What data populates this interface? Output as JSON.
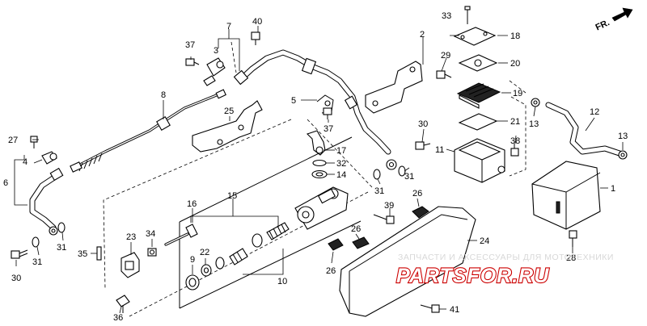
{
  "direction_label": "FR.",
  "callouts": [
    {
      "id": "c1",
      "label": "1"
    },
    {
      "id": "c2",
      "label": "2"
    },
    {
      "id": "c3",
      "label": "3"
    },
    {
      "id": "c4",
      "label": "4"
    },
    {
      "id": "c5",
      "label": "5"
    },
    {
      "id": "c6",
      "label": "6"
    },
    {
      "id": "c7",
      "label": "7"
    },
    {
      "id": "c8",
      "label": "8"
    },
    {
      "id": "c9",
      "label": "9"
    },
    {
      "id": "c10",
      "label": "10"
    },
    {
      "id": "c11",
      "label": "11"
    },
    {
      "id": "c12",
      "label": "12"
    },
    {
      "id": "c13a",
      "label": "13"
    },
    {
      "id": "c13b",
      "label": "13"
    },
    {
      "id": "c14",
      "label": "14"
    },
    {
      "id": "c15",
      "label": "15"
    },
    {
      "id": "c16",
      "label": "16"
    },
    {
      "id": "c17",
      "label": "17"
    },
    {
      "id": "c18",
      "label": "18"
    },
    {
      "id": "c19",
      "label": "19"
    },
    {
      "id": "c20",
      "label": "20"
    },
    {
      "id": "c21",
      "label": "21"
    },
    {
      "id": "c22",
      "label": "22"
    },
    {
      "id": "c23",
      "label": "23"
    },
    {
      "id": "c24",
      "label": "24"
    },
    {
      "id": "c25",
      "label": "25"
    },
    {
      "id": "c26a",
      "label": "26"
    },
    {
      "id": "c26b",
      "label": "26"
    },
    {
      "id": "c26c",
      "label": "26"
    },
    {
      "id": "c27",
      "label": "27"
    },
    {
      "id": "c28",
      "label": "28"
    },
    {
      "id": "c29",
      "label": "29"
    },
    {
      "id": "c30a",
      "label": "30"
    },
    {
      "id": "c30b",
      "label": "30"
    },
    {
      "id": "c31a",
      "label": "31"
    },
    {
      "id": "c31b",
      "label": "31"
    },
    {
      "id": "c31c",
      "label": "31"
    },
    {
      "id": "c31d",
      "label": "31"
    },
    {
      "id": "c32",
      "label": "32"
    },
    {
      "id": "c33",
      "label": "33"
    },
    {
      "id": "c34",
      "label": "34"
    },
    {
      "id": "c35",
      "label": "35"
    },
    {
      "id": "c36",
      "label": "36"
    },
    {
      "id": "c37a",
      "label": "37"
    },
    {
      "id": "c37b",
      "label": "37"
    },
    {
      "id": "c38",
      "label": "38"
    },
    {
      "id": "c39",
      "label": "39"
    },
    {
      "id": "c40",
      "label": "40"
    },
    {
      "id": "c41",
      "label": "41"
    }
  ],
  "watermark": {
    "caption": "ЗАПЧАСТИ И АКСЕССУАРЫ ДЛЯ МОТОТЕХНИКИ",
    "logo_text": "PARTSFOR.RU",
    "logo_color": "#cc0000"
  }
}
